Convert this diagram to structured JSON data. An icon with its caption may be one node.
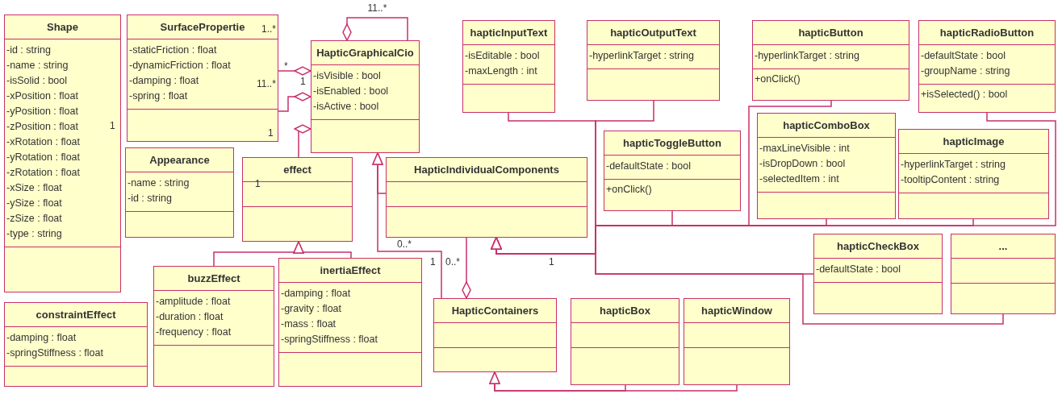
{
  "diagram": {
    "nodes": [
      {
        "text": [
          "Shape",
          "-id : string",
          "-name : string",
          "-isSolid : bool",
          "-xPosition : float",
          "-yPosition : float",
          "-zPosition : float",
          "-xRotation : float",
          "-yRotation : float",
          "-zRotation : float",
          "-xSize : float",
          "-ySize : float",
          "-zSize : float",
          "-type : string"
        ]
      },
      {
        "text": [
          "SurfacePropertie",
          "-staticFriction : float",
          "-dynamicFriction : float",
          "-damping : float",
          "-spring : float"
        ]
      },
      {
        "text": [
          "HapticGraphicalCio",
          "-isVisible : bool",
          "-isEnabled : bool",
          "-isActive : bool"
        ]
      },
      {
        "text": [
          "hapticInputText",
          "-isEditable : bool",
          "-maxLength : int"
        ]
      },
      {
        "text": [
          "hapticOutputText",
          "-hyperlinkTarget : string"
        ]
      },
      {
        "text": [
          "hapticButton",
          "-hyperlinkTarget : string",
          "+onClick()"
        ]
      },
      {
        "text": [
          "hapticRadioButton",
          "-defaultState : bool",
          "-groupName : string",
          "+isSelected() : bool"
        ]
      },
      {
        "text": [
          "Appearance",
          "-name : string",
          "-id : string"
        ]
      },
      {
        "text": [
          "effect"
        ]
      },
      {
        "text": [
          "HapticIndividualComponents"
        ]
      },
      {
        "text": [
          "hapticToggleButton",
          "-defaultState : bool",
          "+onClick()"
        ]
      },
      {
        "text": [
          "hapticComboBox",
          "-maxLineVisible : int",
          "-isDropDown : bool",
          "-selectedItem : int"
        ]
      },
      {
        "text": [
          "hapticImage",
          "-hyperlinkTarget : string",
          "-tooltipContent : string"
        ]
      },
      {
        "text": [
          "constraintEffect",
          "-damping : float",
          "-springStiffness : float"
        ]
      },
      {
        "text": [
          "buzzEffect",
          "-amplitude : float",
          "-duration : float",
          "-frequency : float"
        ]
      },
      {
        "text": [
          "inertiaEffect",
          "-damping : float",
          "-gravity : float",
          "-mass : float",
          "-springStiffness : float"
        ]
      },
      {
        "text": [
          "HapticContainers"
        ]
      },
      {
        "text": [
          "hapticBox"
        ]
      },
      {
        "text": [
          "hapticWindow"
        ]
      },
      {
        "text": [
          "hapticCheckBox",
          "-defaultState : bool"
        ]
      },
      {
        "text": [
          "..."
        ]
      }
    ],
    "edges": [
      {
        "from": 2,
        "to": 2,
        "arrow": "other",
        "label": "11..*"
      },
      {
        "from": 1,
        "to": 2,
        "arrow": "other"
      },
      {
        "from": 1,
        "to": 2,
        "arrow": "other"
      },
      {
        "from": 8,
        "to": 2,
        "arrow": "other"
      },
      {
        "from": 14,
        "to": 8,
        "arrow": "to"
      },
      {
        "from": 15,
        "to": 8,
        "arrow": "to"
      },
      {
        "from": 9,
        "to": 2,
        "arrow": "to"
      },
      {
        "from": 16,
        "to": 2,
        "arrow": "to"
      },
      {
        "from": 9,
        "to": 16,
        "arrow": "other"
      },
      {
        "from": 3,
        "to": 9,
        "arrow": "to"
      },
      {
        "from": 4,
        "to": 9,
        "arrow": "to"
      },
      {
        "from": 5,
        "to": 9,
        "arrow": "to"
      },
      {
        "from": 6,
        "to": 9,
        "arrow": "to"
      },
      {
        "from": 10,
        "to": 9,
        "arrow": "to"
      },
      {
        "from": 11,
        "to": 9,
        "arrow": "to"
      },
      {
        "from": 12,
        "to": 9,
        "arrow": "to"
      },
      {
        "from": 19,
        "to": 9,
        "arrow": "to"
      },
      {
        "from": 20,
        "to": 9,
        "arrow": "to"
      },
      {
        "from": 17,
        "to": 16,
        "arrow": "to"
      },
      {
        "from": 18,
        "to": 16,
        "arrow": "to"
      }
    ],
    "labels": [
      "1..*",
      "*",
      "1",
      "11..*",
      "1",
      "1",
      "1",
      "0..*",
      "1",
      "0..*",
      "1"
    ]
  }
}
